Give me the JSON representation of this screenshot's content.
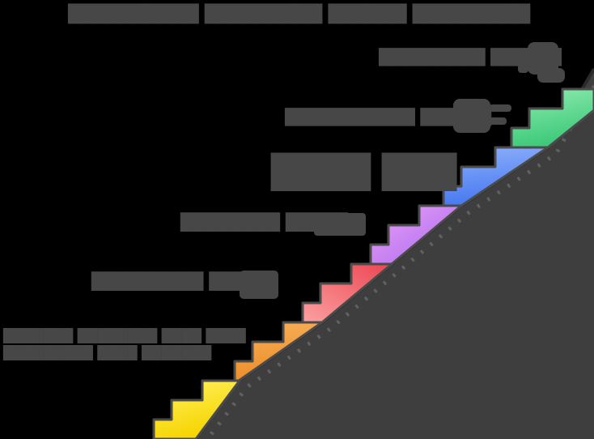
{
  "colors": {
    "bg": "#000000",
    "ground": "#3e3e3e",
    "edge": "#2a2a2a",
    "tick": "#616161",
    "text": "#474747",
    "outline": "#4b4b4b"
  },
  "title": {
    "text": "██████████ █████████ ██████ █████████"
  },
  "steps": [
    {
      "name": "step-1-yellow",
      "color_from": "#fff261",
      "color_to": "#f6d400",
      "label_line1": "███████ ████████ ████ ████",
      "label_line2": "█████████ ████ ███████"
    },
    {
      "name": "step-2-orange",
      "color_from": "#f8b45f",
      "color_to": "#ec8b26",
      "label": "█████████ █████",
      "badge": "solid-block"
    },
    {
      "name": "step-3-coral",
      "color_from": "#fba1a1",
      "color_to": "#ec4551",
      "label": "████████ █████",
      "badge": "solid-block"
    },
    {
      "name": "step-4-purple",
      "color_from": "#e9a2f6",
      "color_to": "#aa66ef",
      "label": "████ ███"
    },
    {
      "name": "step-5-blue",
      "color_from": "#8fb0fa",
      "color_to": "#4678f0",
      "label": "███████████ ██████",
      "icon": "document-icon"
    },
    {
      "name": "step-6-green",
      "color_from": "#92ecb2",
      "color_to": "#3cc979",
      "label": "█████████ ██████",
      "icon": "badge-icon"
    }
  ]
}
